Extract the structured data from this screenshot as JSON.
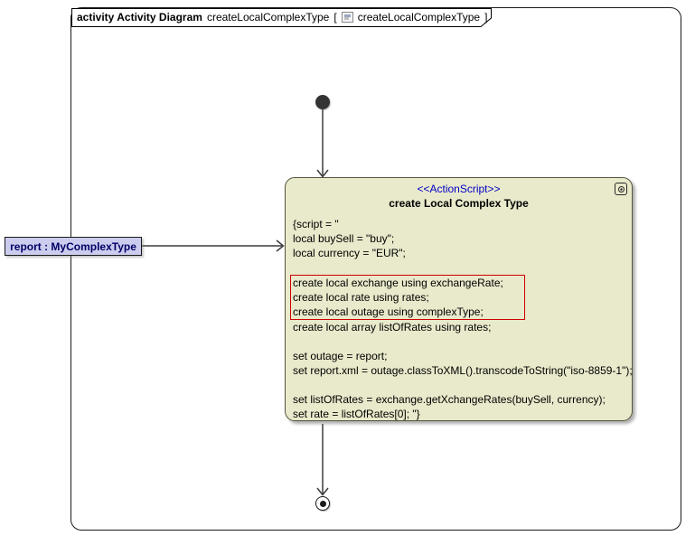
{
  "frame_tab": {
    "kind": "activity Activity Diagram",
    "name": "createLocalComplexType",
    "open_bracket": "[",
    "ref_name": "createLocalComplexType",
    "close_bracket": "]"
  },
  "action_node": {
    "stereotype": "<<ActionScript>>",
    "title": "create Local Complex Type",
    "script_lines": [
      "{script = \"",
      "local buySell = \"buy\";",
      "local currency = \"EUR\";",
      "",
      "create local exchange using exchangeRate;",
      "create local rate using rates;",
      "create local outage using complexType;",
      "create local array listOfRates using rates;",
      "",
      "set outage = report;",
      "set report.xml = outage.classToXML().transcodeToString(\"iso-8859-1\");",
      "",
      "set listOfRates = exchange.getXchangeRates(buySell, currency);",
      "set rate = listOfRates[0]; \"}"
    ],
    "highlight": {
      "start": 4,
      "end": 6
    }
  },
  "parameter_node": {
    "label": "report : MyComplexType"
  },
  "icons": {
    "tab_icon": "activity-diagram-icon",
    "action_icon": "behavior-icon"
  },
  "colors": {
    "action_fill": "#e9e9cb",
    "action_border": "#55553e",
    "stereotype_text": "#0000c8",
    "highlight_border": "#cc0000",
    "param_fill": "#ccccee",
    "param_text": "#000066",
    "edge": "#3c3c3c"
  }
}
